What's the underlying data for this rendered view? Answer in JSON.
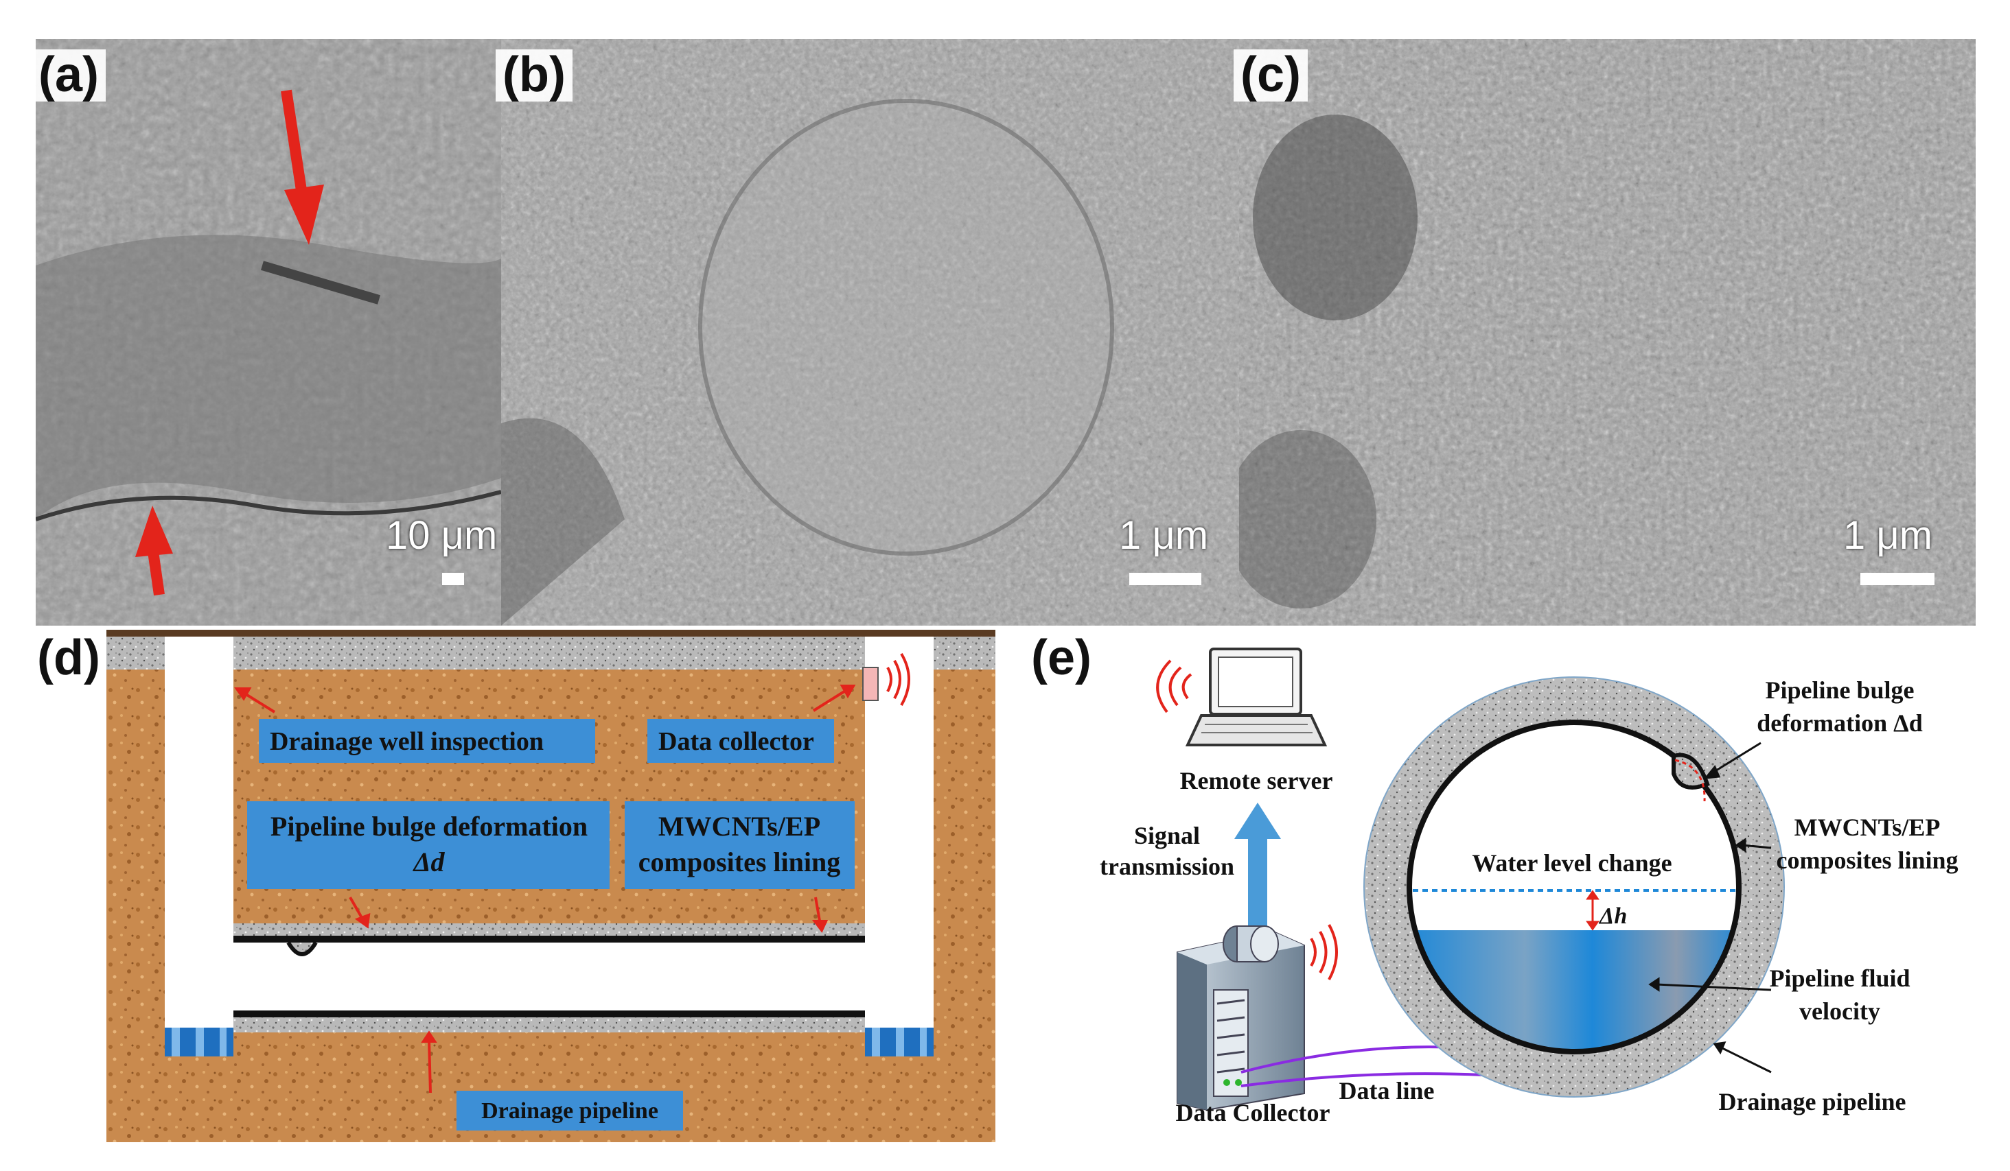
{
  "panels": {
    "a": {
      "label": "(a)",
      "scale": "10 μm"
    },
    "b": {
      "label": "(b)",
      "scale": "1 μm"
    },
    "c": {
      "label": "(c)",
      "scale": "1 μm"
    },
    "d": {
      "label": "(d)",
      "drainage_well_inspection": "Drainage well inspection",
      "data_collector": "Data collector",
      "bulge_line1": "Pipeline bulge deformation",
      "bulge_line2": "Δd",
      "lining_line1": "MWCNTs/EP",
      "lining_line2": "composites lining",
      "drainage_pipeline": "Drainage pipeline"
    },
    "e": {
      "label": "(e)",
      "remote_server": "Remote server",
      "signal_line1": "Signal",
      "signal_line2": "transmission",
      "data_collector": "Data Collector",
      "data_line": "Data line",
      "bulge_line1": "Pipeline bulge",
      "bulge_line2": "deformation Δd",
      "lining_line1": "MWCNTs/EP",
      "lining_line2": "composites lining",
      "water_level": "Water level change",
      "delta_h": "Δh",
      "fluid_line1": "Pipeline fluid",
      "fluid_line2": "velocity",
      "drainage_pipeline": "Drainage pipeline"
    }
  },
  "colors": {
    "soil": "#c98a4e",
    "label_box": "#3d8fd6",
    "arrow": "#e3241b",
    "water": "#2e8ed6",
    "cable": "#8a2be2"
  }
}
